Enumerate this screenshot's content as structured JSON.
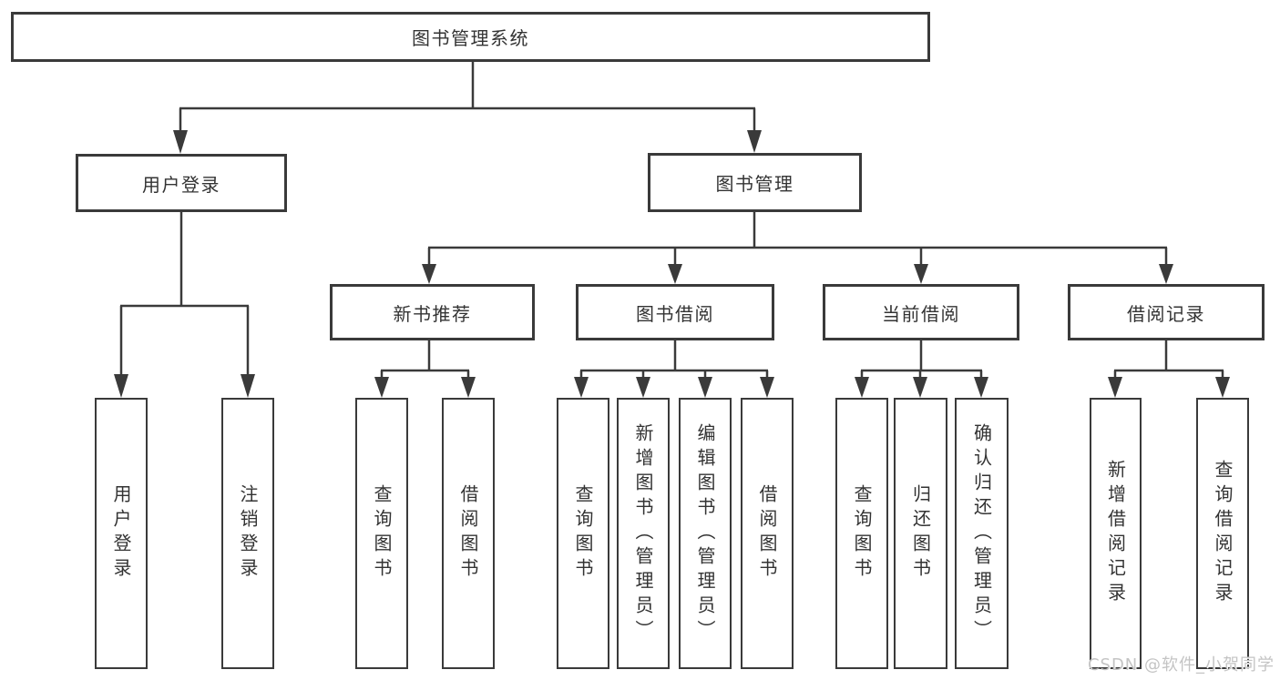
{
  "colors": {
    "line": "#3a3a3a",
    "text": "#333333",
    "watermark": "#c4c4c4",
    "background": "#ffffff"
  },
  "tree": {
    "root": "图书管理系统",
    "branches": [
      {
        "label": "用户登录",
        "children": [
          "用户登录",
          "注销登录"
        ]
      },
      {
        "label": "图书管理",
        "sections": [
          {
            "label": "新书推荐",
            "children": [
              "查询图书",
              "借阅图书"
            ]
          },
          {
            "label": "图书借阅",
            "children": [
              "查询图书",
              "新增图书（管理员）",
              "编辑图书（管理员）",
              "借阅图书"
            ]
          },
          {
            "label": "当前借阅",
            "children": [
              "查询图书",
              "归还图书",
              "确认归还（管理员）"
            ]
          },
          {
            "label": "借阅记录",
            "children": [
              "新增借阅记录",
              "查询借阅记录"
            ]
          }
        ]
      }
    ]
  },
  "watermark": "CSDN @软件_小贺同学"
}
